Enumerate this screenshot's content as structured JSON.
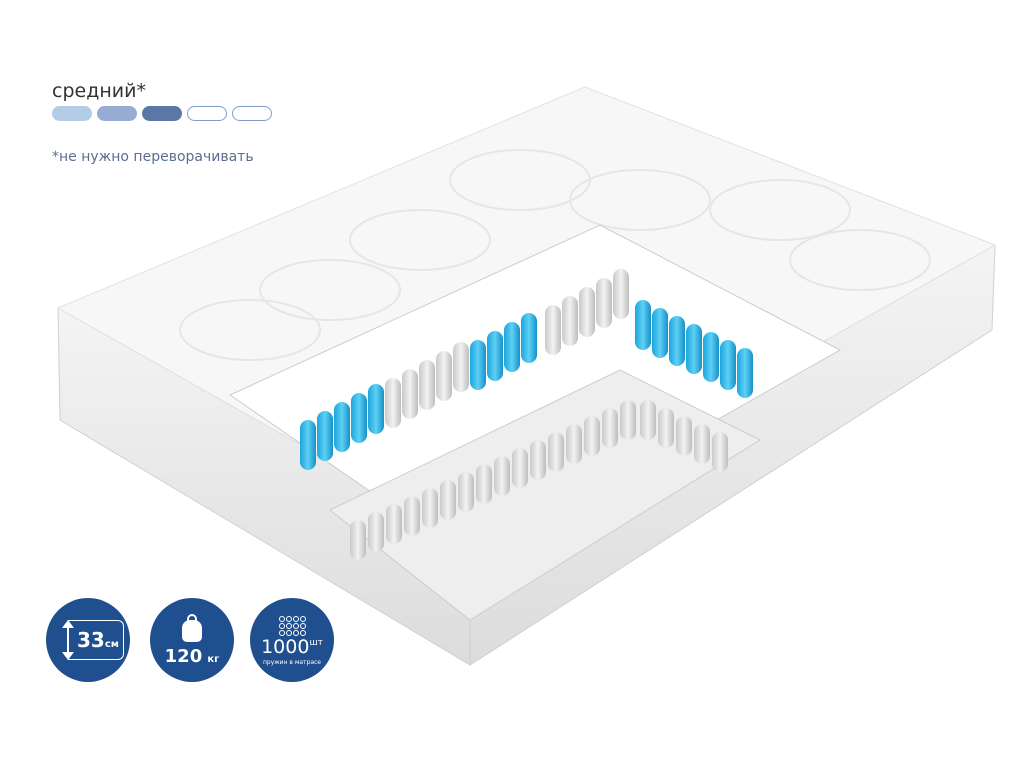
{
  "firmness": {
    "label": "средний*",
    "level": 3,
    "max": 5,
    "colors": [
      "#b3cde8",
      "#97acd2",
      "#5a77a6"
    ],
    "note": "*не нужно переворачивать"
  },
  "badges": {
    "color": "#1f4f8f",
    "height": {
      "value": "33",
      "unit": "см"
    },
    "load": {
      "value": "120",
      "unit": "кг"
    },
    "springs": {
      "value": "1000",
      "unit": "шт",
      "caption": "пружин в матрасе"
    }
  }
}
